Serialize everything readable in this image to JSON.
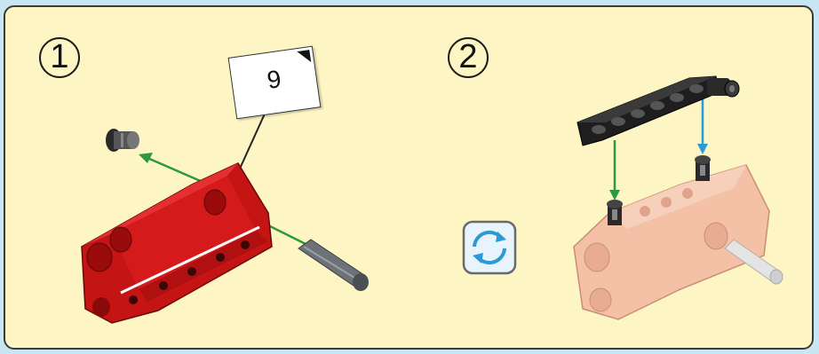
{
  "steps": [
    {
      "number": "1"
    },
    {
      "number": "2"
    }
  ],
  "callout": {
    "quantity": "9"
  },
  "icons": {
    "rotate": "rotate-model-icon"
  },
  "colors": {
    "frame_red": "#d41a1a",
    "frame_faded": "#f4c0a6",
    "beam_black": "#1e1e1e",
    "arrow_green": "#2a9a3a",
    "arrow_blue": "#2a9ad8",
    "panel_bg": "#fdf5c3",
    "page_bg": "#c9e6f3"
  }
}
